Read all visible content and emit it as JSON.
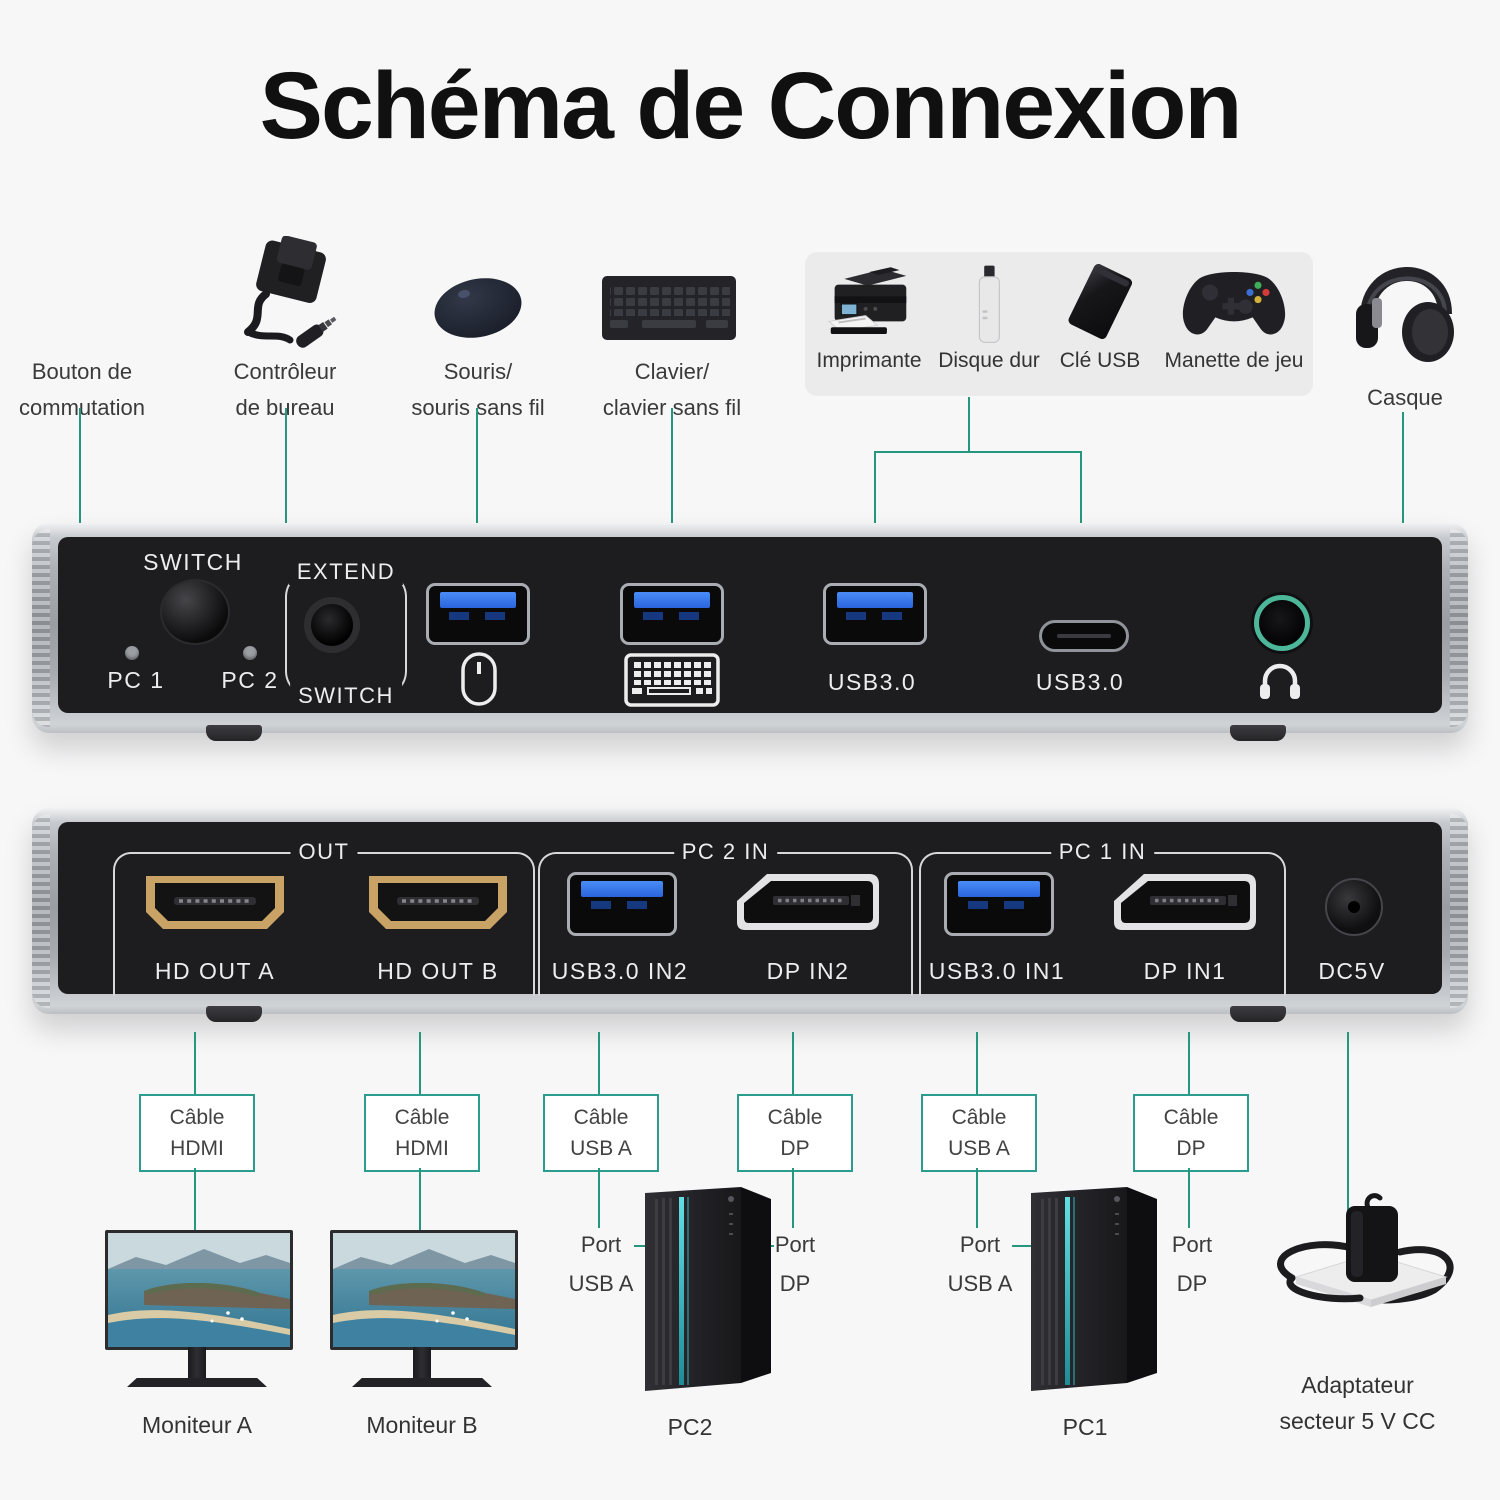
{
  "title": "Schéma de Connexion",
  "colors": {
    "background": "#f7f7f8",
    "accent_line": "#27967e",
    "cable_box_border": "#2a9d8f",
    "headphone_ring": "#4db79a",
    "usb_blue": "#3a7cf0",
    "hdmi_gold": "#c9a366",
    "panel_silver": "#a8acb1",
    "panel_face": "#1d1d20"
  },
  "peripherals": {
    "switch_button": "Bouton de\ncommutation",
    "desktop_controller": "Contrôleur\nde bureau",
    "mouse": "Souris/\nsouris sans fil",
    "keyboard": "Clavier/\nclavier sans fil",
    "printer": "Imprimante",
    "hard_drive": "Disque dur",
    "usb_key": "Clé USB",
    "gamepad": "Manette de jeu",
    "headset": "Casque"
  },
  "front_panel": {
    "switch": "SWITCH",
    "pc1": "PC 1",
    "pc2": "PC 2",
    "extend": "EXTEND",
    "extend_switch": "SWITCH",
    "usb3_a": "USB3.0",
    "usb3_c": "USB3.0"
  },
  "back_panel": {
    "out": "OUT",
    "pc2_in": "PC 2 IN",
    "pc1_in": "PC 1 IN",
    "hd_out_a": "HD OUT A",
    "hd_out_b": "HD OUT B",
    "usb_in2": "USB3.0 IN2",
    "dp_in2": "DP IN2",
    "usb_in1": "USB3.0 IN1",
    "dp_in1": "DP IN1",
    "dc5v": "DC5V"
  },
  "cables": [
    "Câble\nHDMI",
    "Câble\nHDMI",
    "Câble\nUSB A",
    "Câble\nDP",
    "Câble\nUSB A",
    "Câble\nDP"
  ],
  "ports": {
    "pc2_usb": "Port\nUSB A",
    "pc2_dp": "Port\nDP",
    "pc1_usb": "Port\nUSB A",
    "pc1_dp": "Port\nDP"
  },
  "devices": {
    "monitor_a": "Moniteur A",
    "monitor_b": "Moniteur B",
    "pc2": "PC2",
    "pc1": "PC1",
    "adapter": "Adaptateur\nsecteur 5 V CC"
  }
}
